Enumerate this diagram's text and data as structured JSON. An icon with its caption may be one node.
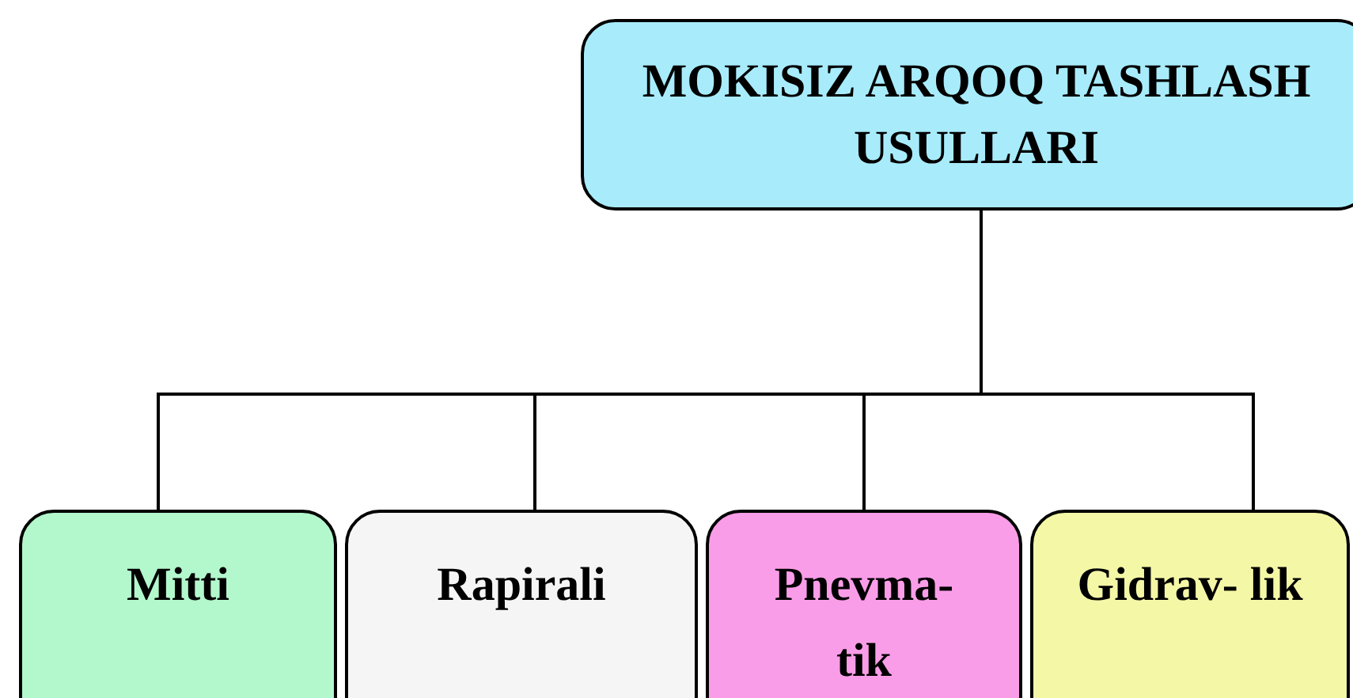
{
  "diagram": {
    "nodes": [
      {
        "text": [
          "MOKISIZ ARQOQ TASHLASH USULLARI"
        ]
      },
      {
        "text": [
          "Mitti"
        ]
      },
      {
        "text": [
          "Rapirali"
        ]
      },
      {
        "text": [
          "Pnevma- tik"
        ]
      },
      {
        "text": [
          "Gidrav- lik"
        ]
      }
    ],
    "edges": [
      {
        "from": 0,
        "to": 1,
        "arrow": "none"
      },
      {
        "from": 0,
        "to": 2,
        "arrow": "none"
      },
      {
        "from": 0,
        "to": 3,
        "arrow": "none"
      },
      {
        "from": 0,
        "to": 4,
        "arrow": "none"
      }
    ]
  }
}
